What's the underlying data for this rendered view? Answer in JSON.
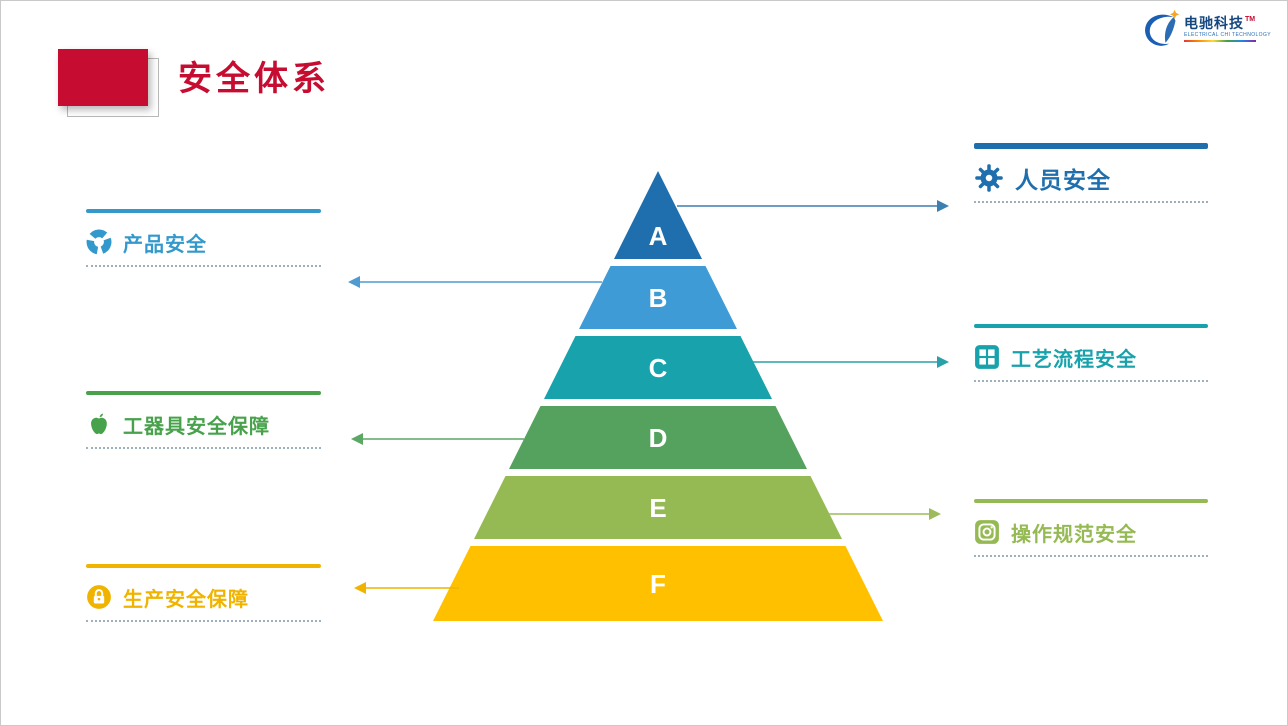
{
  "slide": {
    "title": "安全体系"
  },
  "theme": {
    "title_red": "#c60c30",
    "background": "#ffffff"
  },
  "logo": {
    "name": "电驰科技",
    "tm": "TM",
    "tagline": "ELECTRICAL CHI TECHNOLOGY"
  },
  "pyramid": {
    "levels": [
      {
        "letter": "A",
        "color": "#1f6fae"
      },
      {
        "letter": "B",
        "color": "#3e9bd6"
      },
      {
        "letter": "C",
        "color": "#17a2ac"
      },
      {
        "letter": "D",
        "color": "#55a25f"
      },
      {
        "letter": "E",
        "color": "#96ba53"
      },
      {
        "letter": "F",
        "color": "#ffc000"
      }
    ]
  },
  "labels": {
    "left": [
      {
        "text": "产品安全",
        "color": "#3399cc",
        "icon": "aperture-icon",
        "level": "B"
      },
      {
        "text": "工器具安全保障",
        "color": "#48a24c",
        "icon": "apple-icon",
        "level": "D"
      },
      {
        "text": "生产安全保障",
        "color": "#f0b400",
        "icon": "lock-icon",
        "level": "F"
      }
    ],
    "right": [
      {
        "text": "人员安全",
        "color": "#1f6fae",
        "icon": "gear-icon",
        "level": "A"
      },
      {
        "text": "工艺流程安全",
        "color": "#17a2ac",
        "icon": "grid-icon",
        "level": "C"
      },
      {
        "text": "操作规范安全",
        "color": "#96ba53",
        "icon": "camera-icon",
        "level": "E"
      }
    ]
  },
  "arrows": [
    {
      "from": "A",
      "to": "人员安全",
      "direction": "right",
      "color": "#3c7fb1"
    },
    {
      "from": "B",
      "to": "产品安全",
      "direction": "left",
      "color": "#4f9ad0"
    },
    {
      "from": "C",
      "to": "工艺流程安全",
      "direction": "right",
      "color": "#2aa0a8"
    },
    {
      "from": "D",
      "to": "工器具安全保障",
      "direction": "left",
      "color": "#5aa863"
    },
    {
      "from": "E",
      "to": "操作规范安全",
      "direction": "right",
      "color": "#9cbb5a"
    },
    {
      "from": "F",
      "to": "生产安全保障",
      "direction": "left",
      "color": "#f0b400"
    }
  ]
}
